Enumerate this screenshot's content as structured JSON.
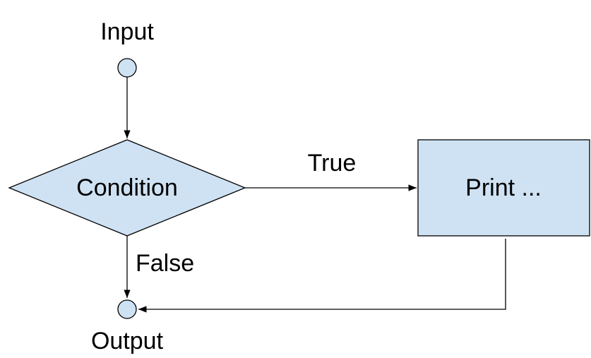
{
  "diagram": {
    "nodes": {
      "input": {
        "label": "Input",
        "shape": "circle"
      },
      "condition": {
        "label": "Condition",
        "shape": "diamond"
      },
      "print": {
        "label": "Print ...",
        "shape": "rectangle"
      },
      "output": {
        "label": "Output",
        "shape": "circle"
      }
    },
    "edges": {
      "true_label": "True",
      "false_label": "False"
    },
    "colors": {
      "node_fill": "#cfe2f3",
      "stroke": "#000000",
      "text": "#000000",
      "background": "#ffffff"
    }
  }
}
